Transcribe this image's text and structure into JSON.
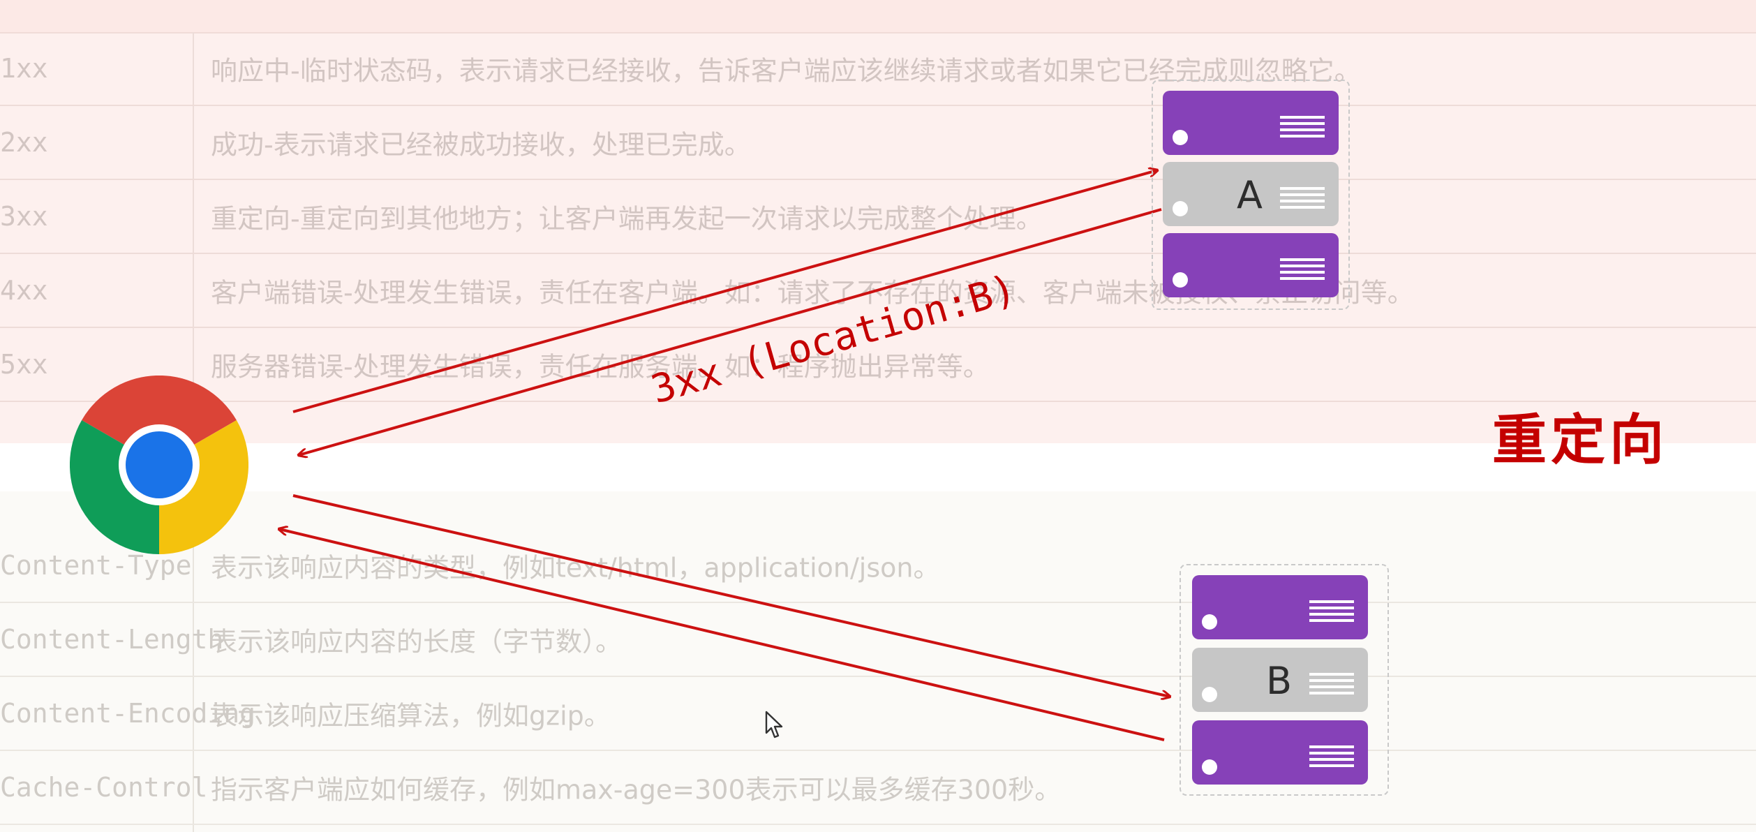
{
  "background_table_top": {
    "rows": [
      {
        "code": "1xx",
        "desc": "响应中-临时状态码，表示请求已经接收，告诉客户端应该继续请求或者如果它已经完成则忽略它。"
      },
      {
        "code": "2xx",
        "desc": "成功-表示请求已经被成功接收，处理已完成。"
      },
      {
        "code": "3xx",
        "desc": "重定向-重定向到其他地方；让客户端再发起一次请求以完成整个处理。"
      },
      {
        "code": "4xx",
        "desc": "客户端错误-处理发生错误，责任在客户端。如：请求了不存在的资源、客户端未被授权、禁止访问等。"
      },
      {
        "code": "5xx",
        "desc": "服务器错误-处理发生错误，责任在服务端。如：程序抛出异常等。"
      }
    ]
  },
  "background_table_bottom": {
    "rows": [
      {
        "header": "Content-Type",
        "desc": "表示该响应内容的类型，例如text/html，application/json。"
      },
      {
        "header": "Content-Length",
        "desc": "表示该响应内容的长度（字节数）。"
      },
      {
        "header": "Content-Encoding",
        "desc": "表示该响应压缩算法，例如gzip。"
      },
      {
        "header": "Cache-Control",
        "desc": "指示客户端应如何缓存，例如max-age=300表示可以最多缓存300秒。"
      }
    ]
  },
  "diagram": {
    "title": "重定向",
    "response_label": "3xx (Location:B)",
    "server_a_label": "A",
    "server_b_label": "B",
    "arrow_color": "#cc1111",
    "server_color": "#8641b8",
    "highlight_server_color": "#c6c6c6"
  }
}
